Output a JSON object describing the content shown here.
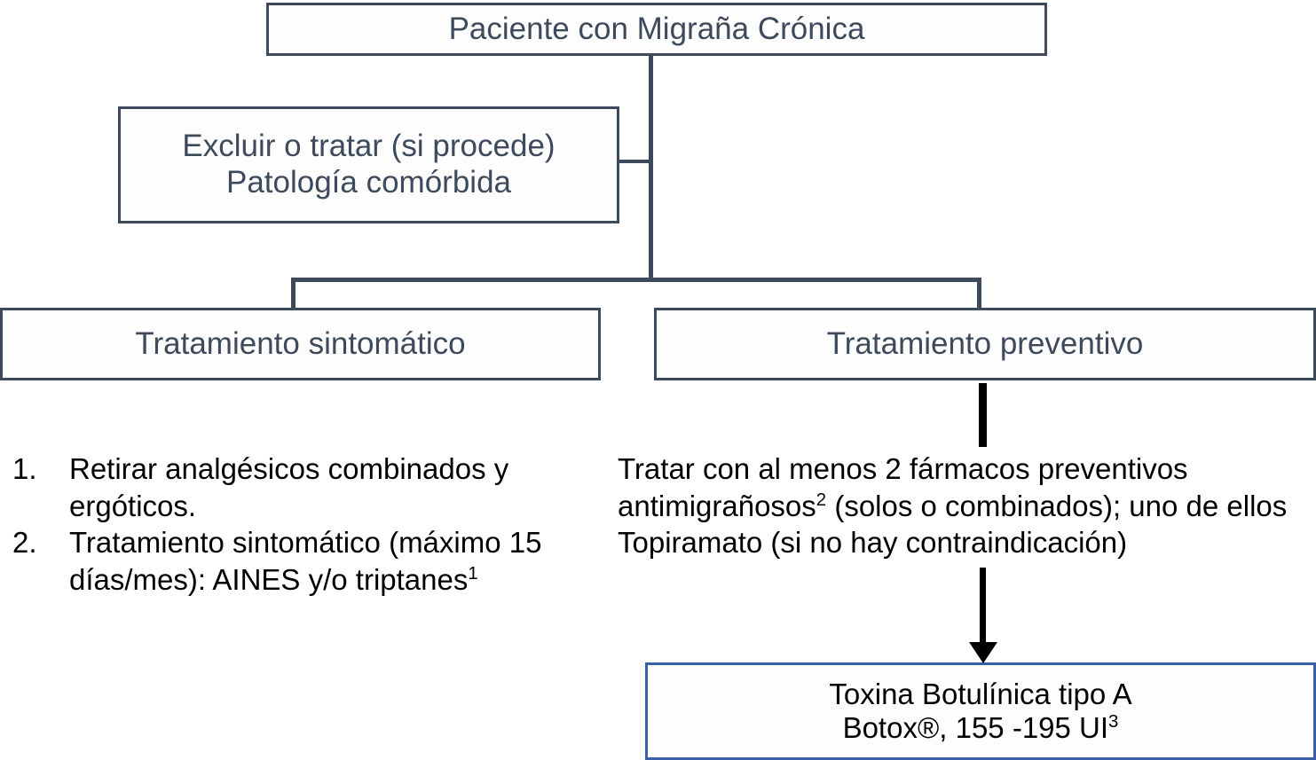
{
  "diagram": {
    "title_box": {
      "label": "Paciente con Migraña Crónica"
    },
    "comorbid_box": {
      "line1": "Excluir o tratar (si procede)",
      "line2": "Patología comórbida"
    },
    "symptomatic_box": {
      "label": "Tratamiento sintomático"
    },
    "preventive_box": {
      "label": "Tratamiento preventivo"
    },
    "botox_box": {
      "line1": "Toxina Botulínica tipo A",
      "line2_pre": "Botox®, 155 -195 UI",
      "line2_sup": "3"
    },
    "symptomatic_list": {
      "item1_marker": "1.",
      "item1_text": "Retirar analgésicos combinados y ergóticos.",
      "item2_marker": "2.",
      "item2_text_pre": "Tratamiento sintomático (máximo 15 días/mes): AINES y/o triptanes",
      "item2_sup": "1"
    },
    "preventive_text": {
      "part1": "Tratar con al menos 2 fármacos preventivos antimigrañosos",
      "sup": "2",
      "part2": " (solos o combinados); uno de ellos Topiramato (si no hay contraindicación)"
    },
    "colors": {
      "box_border": "#3d4a5c",
      "box_text": "#3d4a5c",
      "accent_border": "#3a5fa8",
      "arrow": "#000000",
      "body_text": "#000000",
      "background": "#ffffff"
    }
  }
}
